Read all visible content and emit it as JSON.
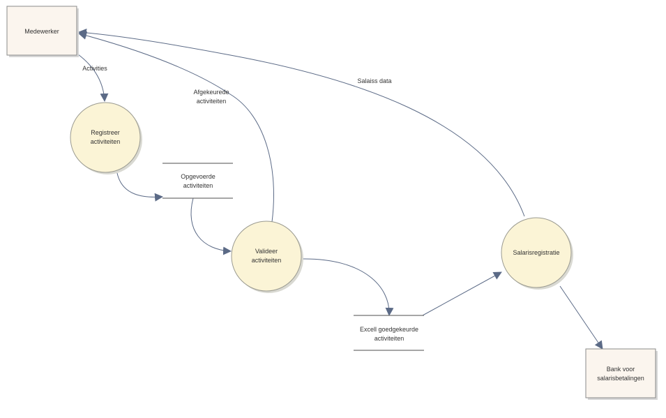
{
  "colors": {
    "entity_fill": "#fbf5ee",
    "entity_stroke": "#8a8a8a",
    "process_fill": "#fbf4d6",
    "process_stroke": "#9a9a90",
    "store_line": "#707070",
    "flow_line": "#5b6a86",
    "arrowhead": "#5b6a86"
  },
  "entities": {
    "medewerker": [
      "Medewerker"
    ],
    "bank": [
      "Bank voor",
      "salarisbetalingen"
    ]
  },
  "processes": {
    "registreer": [
      "Registreer",
      "activiteiten"
    ],
    "valideer": [
      "Valideer",
      "activiteiten"
    ],
    "salaris": [
      "Salarisregistratie"
    ]
  },
  "stores": {
    "opgevoerde": [
      "Opgevoerde",
      "activiteiten"
    ],
    "goedgekeurde": [
      "Excell goedgekeurde",
      "activiteiten"
    ]
  },
  "flows": {
    "activities": [
      "Activities"
    ],
    "afgekeurde": [
      "Afgekeurede",
      "activiteiten"
    ],
    "salaris_data": [
      "Salaiss data"
    ]
  }
}
